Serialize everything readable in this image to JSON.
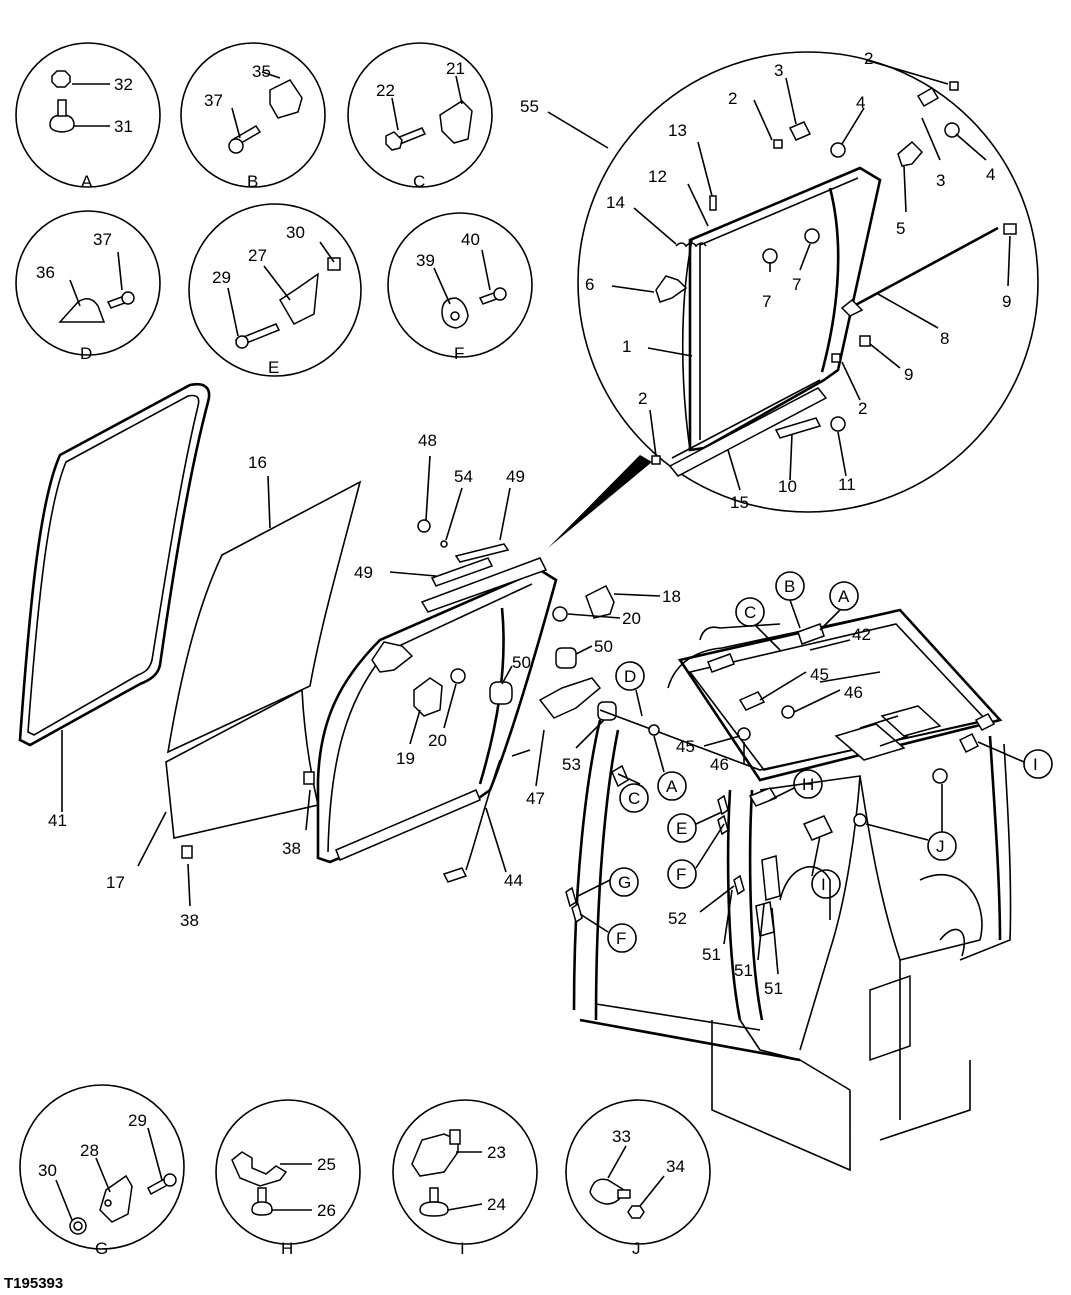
{
  "figure_ref": "T195393",
  "detail_circles": [
    {
      "id": "A",
      "parts": [
        "32",
        "31"
      ]
    },
    {
      "id": "B",
      "parts": [
        "35",
        "37"
      ]
    },
    {
      "id": "C",
      "parts": [
        "21",
        "22"
      ]
    },
    {
      "id": "D",
      "parts": [
        "37",
        "36"
      ]
    },
    {
      "id": "E",
      "parts": [
        "30",
        "27",
        "29"
      ]
    },
    {
      "id": "F",
      "parts": [
        "40",
        "39"
      ]
    },
    {
      "id": "G",
      "parts": [
        "29",
        "28",
        "30"
      ]
    },
    {
      "id": "H",
      "parts": [
        "25",
        "26"
      ]
    },
    {
      "id": "I",
      "parts": [
        "23",
        "24"
      ]
    },
    {
      "id": "J",
      "parts": [
        "33",
        "34"
      ]
    }
  ],
  "big_circle": {
    "id": "55",
    "callouts": [
      "2",
      "3",
      "2",
      "4",
      "13",
      "12",
      "14",
      "3",
      "4",
      "5",
      "6",
      "7",
      "7",
      "1",
      "8",
      "9",
      "9",
      "2",
      "2",
      "10",
      "11",
      "15"
    ]
  },
  "door_callouts": [
    "41",
    "16",
    "17",
    "38",
    "38",
    "48",
    "54",
    "49",
    "49",
    "18",
    "20",
    "50",
    "50",
    "19",
    "20",
    "53",
    "47",
    "44"
  ],
  "cab_callouts": [
    "C",
    "B",
    "A",
    "42",
    "45",
    "46",
    "45",
    "46",
    "D",
    "A",
    "C",
    "H",
    "E",
    "F",
    "G",
    "F",
    "I",
    "I",
    "J",
    "52",
    "51",
    "51",
    "51"
  ]
}
